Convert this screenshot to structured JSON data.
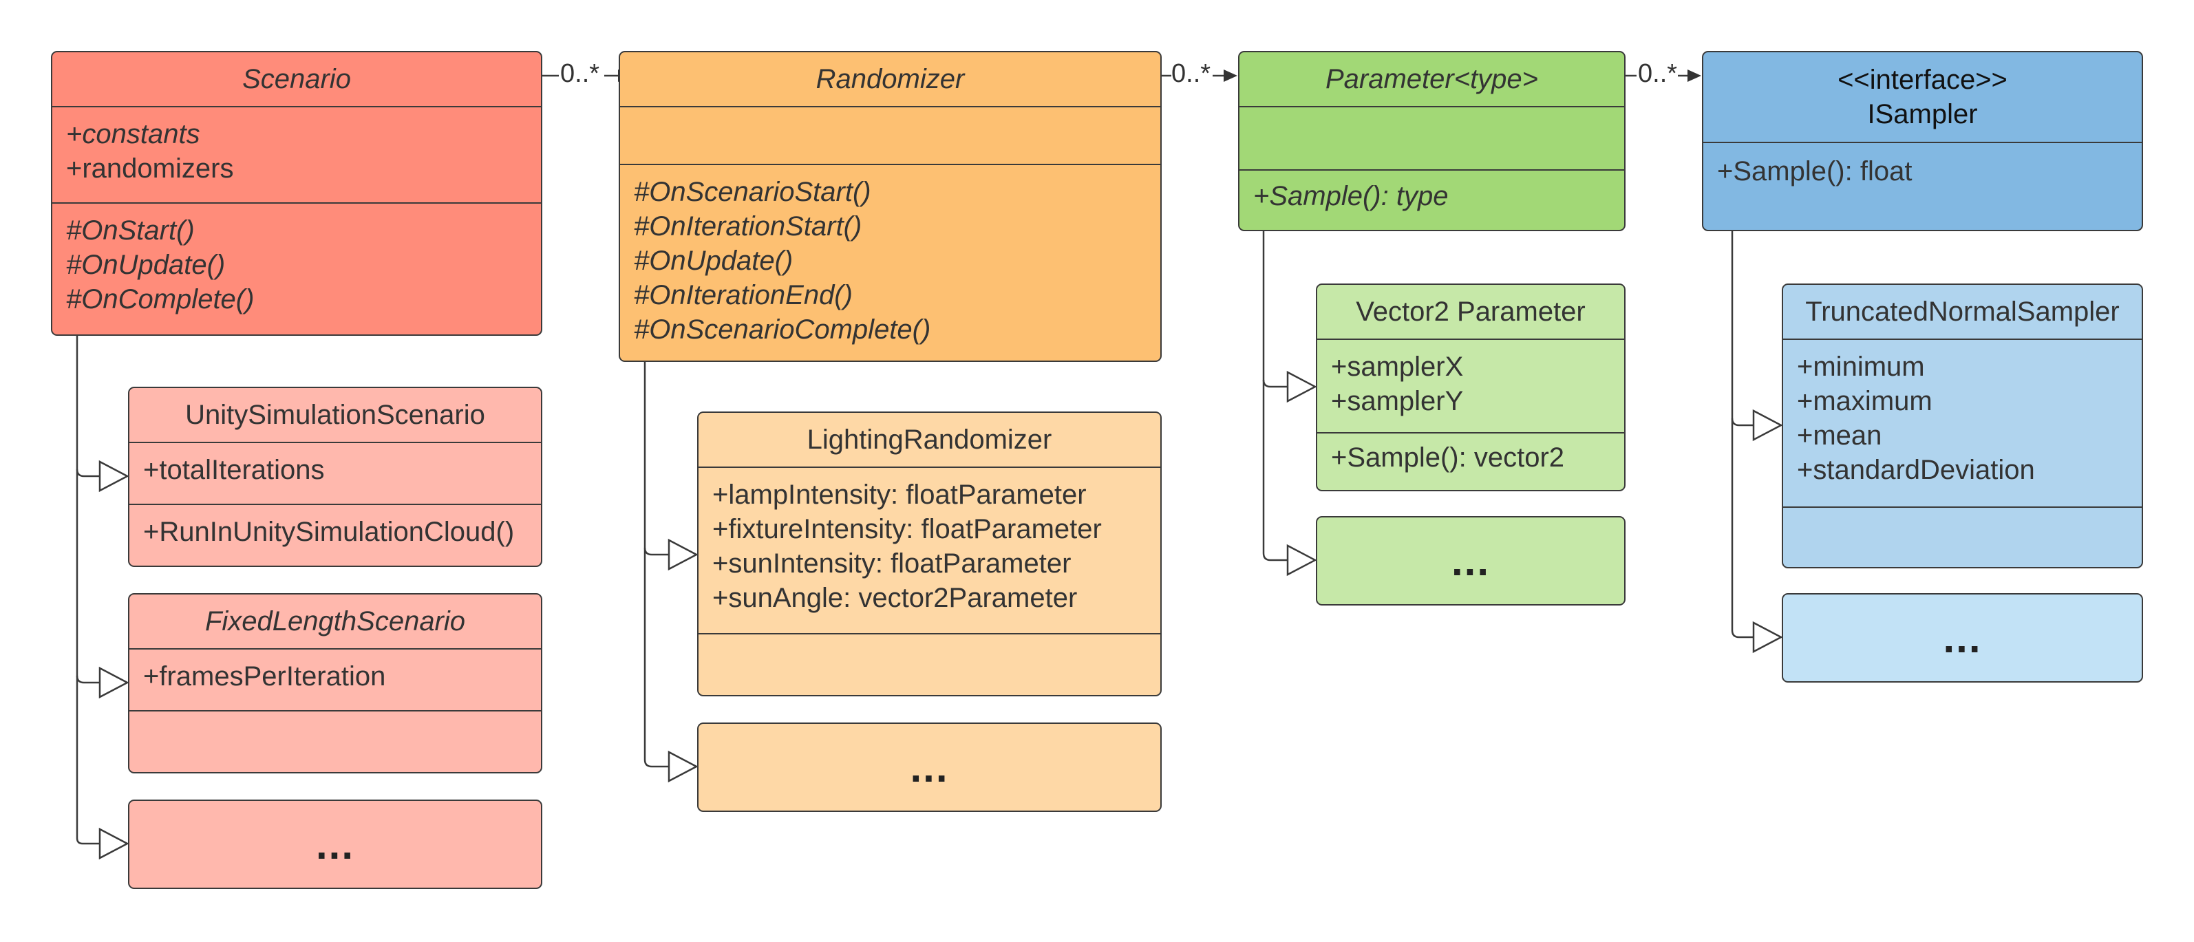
{
  "colors": {
    "scenario": "#ff8c7a",
    "scenario_child": "#ffb8ad",
    "randomizer": "#fdc072",
    "randomizer_child": "#fed8a6",
    "parameter": "#a2d876",
    "parameter_child": "#c6e8a8",
    "sampler": "#82b8e2",
    "sampler_child": "#b0d4ee",
    "sampler_child2": "#c2e2f6"
  },
  "multiplicity": "0..*",
  "scenario": {
    "title": "Scenario",
    "attributes": [
      "+constants",
      "+randomizers"
    ],
    "methods": [
      "#OnStart()",
      "#OnUpdate()",
      "#OnComplete()"
    ]
  },
  "unity_simulation_scenario": {
    "title": "UnitySimulationScenario",
    "attributes": [
      "+totalIterations"
    ],
    "methods": [
      "+RunInUnitySimulationCloud()"
    ]
  },
  "fixed_length_scenario": {
    "title": "FixedLengthScenario",
    "attributes": [
      "+framesPerIteration"
    ]
  },
  "randomizer": {
    "title": "Randomizer",
    "methods": [
      "#OnScenarioStart()",
      "#OnIterationStart()",
      "#OnUpdate()",
      "#OnIterationEnd()",
      "#OnScenarioComplete()"
    ]
  },
  "lighting_randomizer": {
    "title": "LightingRandomizer",
    "attributes": [
      "+lampIntensity: floatParameter",
      "+fixtureIntensity: floatParameter",
      "+sunIntensity: floatParameter",
      "+sunAngle: vector2Parameter"
    ]
  },
  "parameter": {
    "title": "Parameter<type>",
    "methods": [
      "+Sample(): type"
    ]
  },
  "vector2_parameter": {
    "title": "Vector2 Parameter",
    "attributes": [
      "+samplerX",
      "+samplerY"
    ],
    "methods": [
      "+Sample(): vector2"
    ]
  },
  "isampler": {
    "stereotype": "<<interface>>",
    "title": "ISampler",
    "methods": [
      "+Sample(): float"
    ]
  },
  "truncated_normal_sampler": {
    "title": "TruncatedNormalSampler",
    "attributes": [
      "+minimum",
      "+maximum",
      "+mean",
      "+standardDeviation"
    ]
  },
  "ellipsis": "..."
}
